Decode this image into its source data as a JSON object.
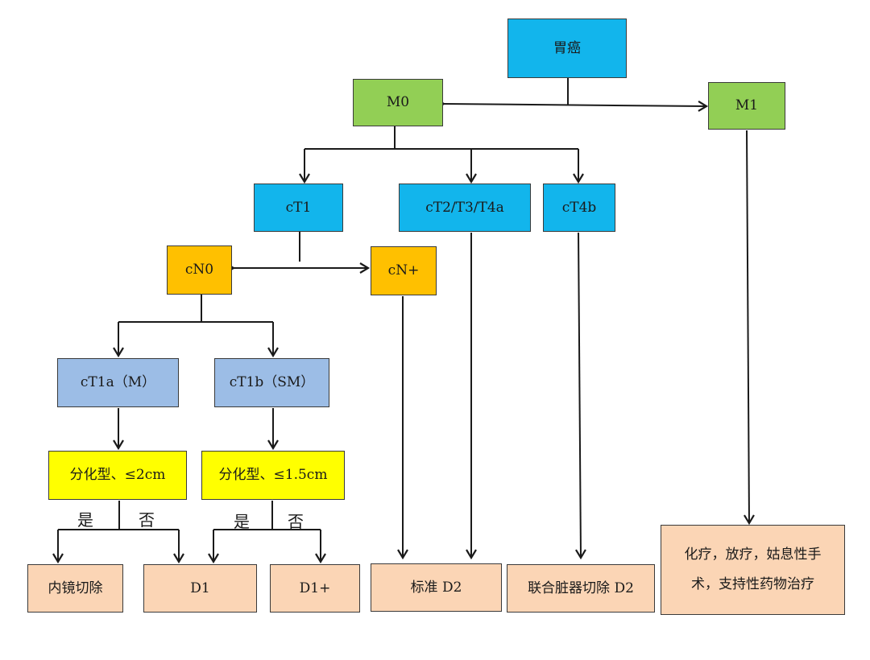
{
  "nodes": {
    "root": "胃癌",
    "m0": "M0",
    "m1": "M1",
    "ct1": "cT1",
    "ct2": "cT2/T3/T4a",
    "ct4b": "cT4b",
    "cn0": "cN0",
    "cnplus": "cN+",
    "ct1a": "cT1a（M）",
    "ct1b": "cT1b（SM）",
    "diff1": "分化型、≤2cm",
    "diff2": "分化型、≤1.5cm",
    "endo": "内镜切除",
    "d1": "D1",
    "d1plus": "D1+",
    "std_d2": "标准 D2",
    "combined_d2": "联合脏器切除 D2",
    "m1_treat_line1": "化疗，放疗，姑息性手",
    "m1_treat_line2": "术，支持性药物治疗"
  },
  "labels": {
    "yes": "是",
    "no": "否"
  }
}
